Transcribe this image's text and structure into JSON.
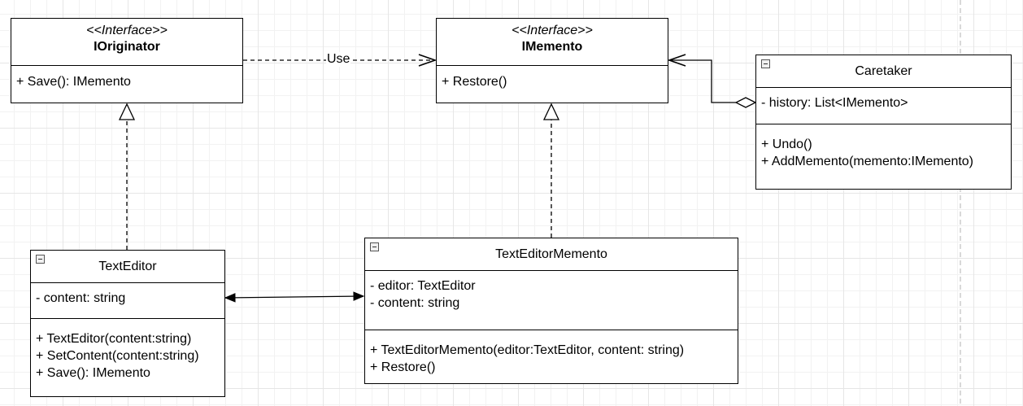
{
  "interfaces": {
    "ioriginator": {
      "stereotype": "<<Interface>>",
      "name": "IOriginator",
      "methods": [
        "+ Save(): IMemento"
      ]
    },
    "imemento": {
      "stereotype": "<<Interface>>",
      "name": "IMemento",
      "methods": [
        "+ Restore()"
      ]
    }
  },
  "classes": {
    "caretaker": {
      "name": "Caretaker",
      "attributes": [
        "- history: List<IMemento>"
      ],
      "methods": [
        "+ Undo()",
        "+ AddMemento(memento:IMemento)"
      ]
    },
    "texteditor": {
      "name": "TextEditor",
      "attributes": [
        "- content: string"
      ],
      "methods": [
        "+ TextEditor(content:string)",
        "+ SetContent(content:string)",
        "+ Save(): IMemento"
      ]
    },
    "texteditormemento": {
      "name": "TextEditorMemento",
      "attributes": [
        "- editor: TextEditor",
        "- content: string"
      ],
      "methods": [
        "+ TextEditorMemento(editor:TextEditor, content: string)",
        "+ Restore()"
      ]
    }
  },
  "relations": {
    "use_label": "Use"
  },
  "colors": {
    "line": "#000000",
    "grid": "#e6e6e6",
    "page_guide": "#b3b3b3"
  }
}
